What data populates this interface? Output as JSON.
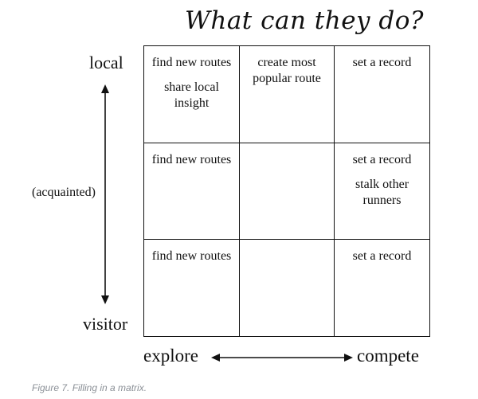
{
  "title": "What can they do?",
  "rows": {
    "top_label": "local",
    "middle_label": "(acquainted)",
    "bottom_label": "visitor"
  },
  "columns": {
    "left_label": "explore",
    "right_label": "compete"
  },
  "matrix": {
    "cells": [
      [
        {
          "entries": [
            "find new routes",
            "share local insight"
          ]
        },
        {
          "entries": [
            "create most popular route"
          ]
        },
        {
          "entries": [
            "set a record"
          ]
        }
      ],
      [
        {
          "entries": [
            "find new routes"
          ]
        },
        {
          "entries": []
        },
        {
          "entries": [
            "set a record",
            "stalk other runners"
          ]
        }
      ],
      [
        {
          "entries": [
            "find new routes"
          ]
        },
        {
          "entries": []
        },
        {
          "entries": [
            "set a record"
          ]
        }
      ]
    ]
  },
  "caption": "Figure 7. Filling in a matrix."
}
